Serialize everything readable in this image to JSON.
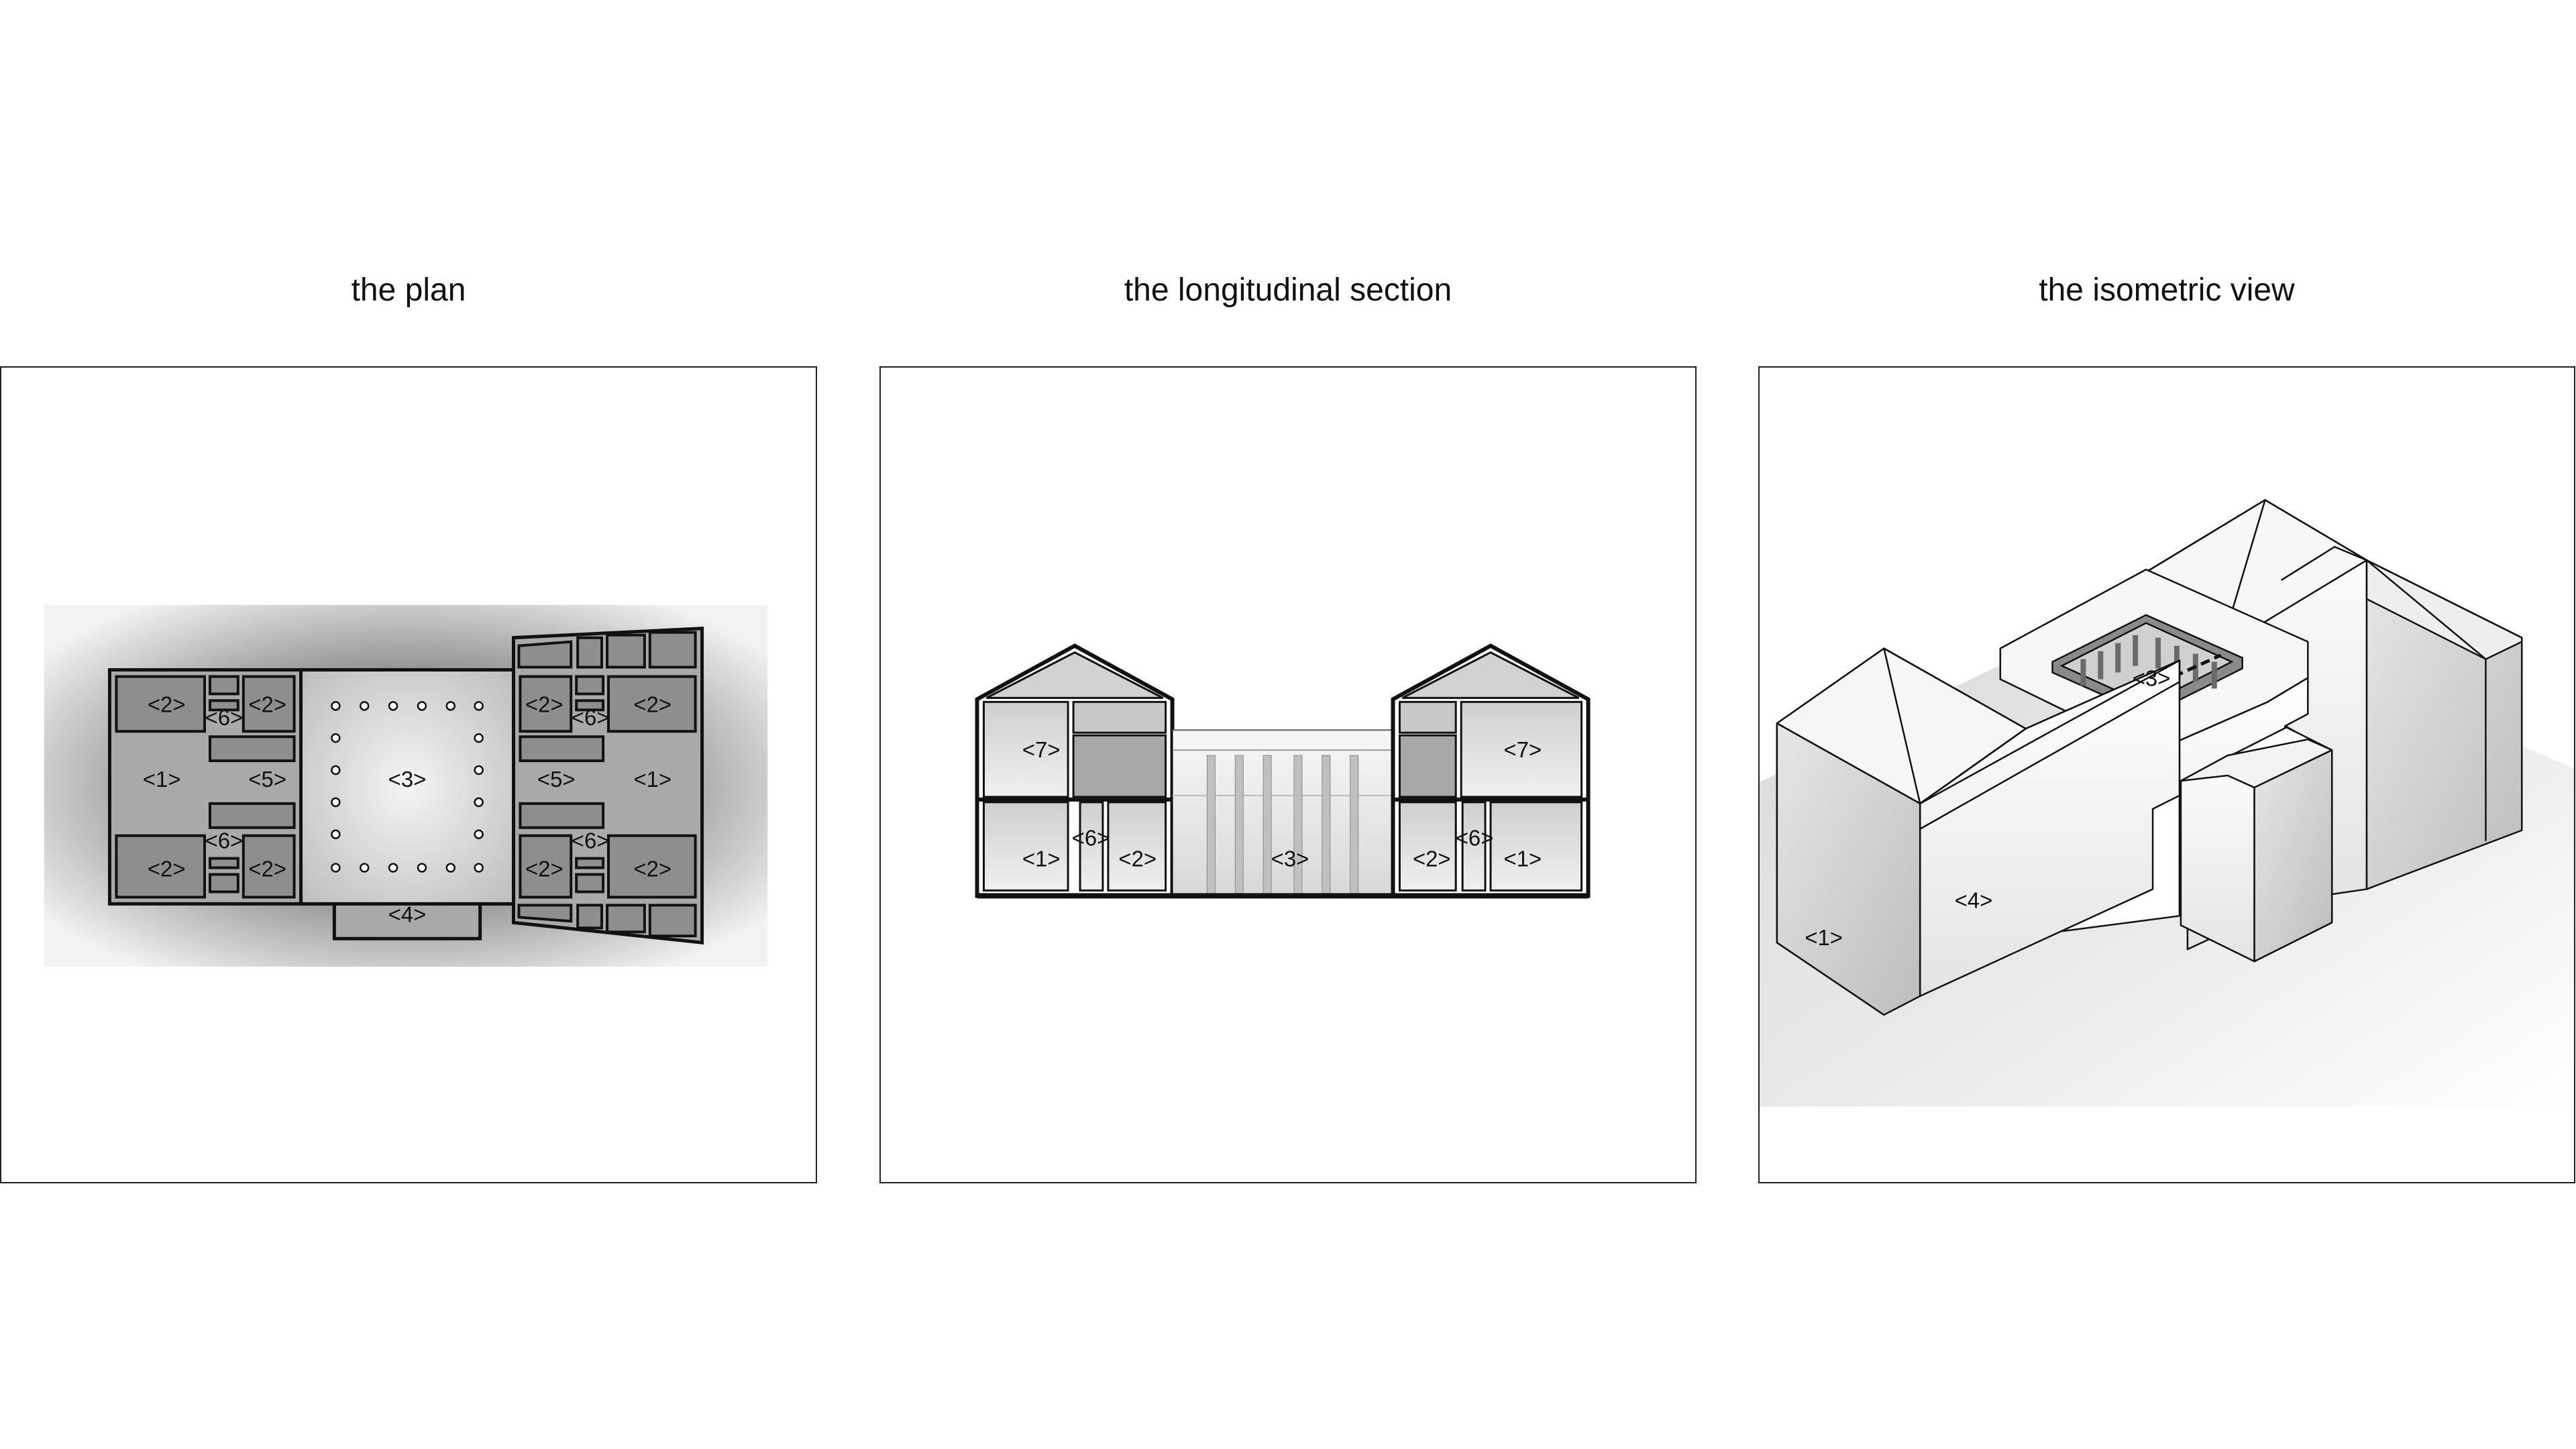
{
  "titles": {
    "plan": "the plan",
    "section": "the longitudinal section",
    "isometric": "the isometric view"
  },
  "plan_labels": {
    "l1": "<1>",
    "l2": "<2>",
    "l3": "<3>",
    "l4": "<4>",
    "l5": "<5>",
    "l6": "<6>"
  },
  "section_labels": {
    "l1": "<1>",
    "l2": "<2>",
    "l3": "<3>",
    "l6": "<6>",
    "l7": "<7>"
  },
  "iso_labels": {
    "l1": "<1>",
    "l3": "<3>",
    "l4": "<4>"
  }
}
